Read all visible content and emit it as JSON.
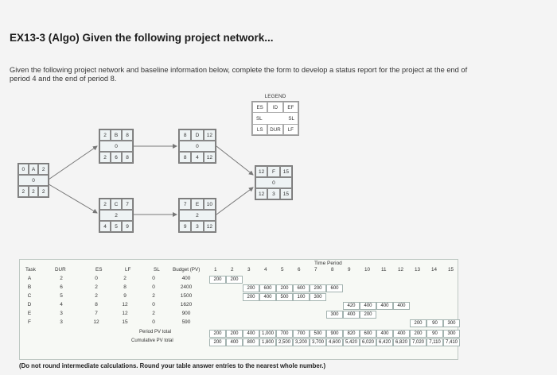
{
  "title": "EX13-3 (Algo) Given the following project network...",
  "intro": "Given the following project network and baseline information below, complete the form to develop a status report for the project at the end of period 4 and the end of period 8.",
  "legend": {
    "title": "LEGEND",
    "es": "ES",
    "id": "ID",
    "ef": "EF",
    "sl_left": "SL",
    "sl_right": "SL",
    "ls": "LS",
    "dur": "DUR",
    "lf": "LF"
  },
  "nodes": [
    {
      "id": "A",
      "es": "0",
      "ef": "2",
      "sl": "0",
      "ls": "2",
      "dur": "2",
      "lf": "2"
    },
    {
      "id": "B",
      "es": "2",
      "ef": "8",
      "sl": "0",
      "ls": "2",
      "dur": "6",
      "lf": "8"
    },
    {
      "id": "C",
      "es": "2",
      "ef": "7",
      "sl": "2",
      "ls": "4",
      "dur": "5",
      "lf": "9"
    },
    {
      "id": "D",
      "es": "8",
      "ef": "12",
      "sl": "0",
      "ls": "8",
      "dur": "4",
      "lf": "12"
    },
    {
      "id": "E",
      "es": "7",
      "ef": "10",
      "sl": "2",
      "ls": "9",
      "dur": "3",
      "lf": "12"
    },
    {
      "id": "F",
      "es": "12",
      "ef": "15",
      "sl": "0",
      "ls": "12",
      "dur": "3",
      "lf": "15"
    }
  ],
  "table": {
    "time_period_label": "Time Period",
    "headers": {
      "task": "Task",
      "dur": "DUR",
      "es": "ES",
      "lf": "LF",
      "sl": "SL",
      "budget": "Budget (PV)"
    },
    "periods": [
      "1",
      "2",
      "3",
      "4",
      "5",
      "6",
      "7",
      "8",
      "9",
      "10",
      "11",
      "12",
      "13",
      "14",
      "15"
    ],
    "rows": [
      {
        "task": "A",
        "dur": "2",
        "es": "0",
        "lf": "2",
        "sl": "0",
        "budget": "400",
        "cells": [
          "200",
          "200"
        ]
      },
      {
        "task": "B",
        "dur": "6",
        "es": "2",
        "lf": "8",
        "sl": "0",
        "budget": "2400",
        "cells": [
          "200",
          "600",
          "200",
          "600",
          "200",
          "600"
        ]
      },
      {
        "task": "C",
        "dur": "5",
        "es": "2",
        "lf": "9",
        "sl": "2",
        "budget": "1500",
        "cells": [
          "200",
          "400",
          "500",
          "100",
          "300"
        ]
      },
      {
        "task": "D",
        "dur": "4",
        "es": "8",
        "lf": "12",
        "sl": "0",
        "budget": "1620",
        "cells": [
          "420",
          "400",
          "400",
          "400"
        ]
      },
      {
        "task": "E",
        "dur": "3",
        "es": "7",
        "lf": "12",
        "sl": "2",
        "budget": "900",
        "cells": [
          "300",
          "400",
          "200"
        ]
      },
      {
        "task": "F",
        "dur": "3",
        "es": "12",
        "lf": "15",
        "sl": "0",
        "budget": "590",
        "cells": [
          "200",
          "90",
          "300"
        ]
      }
    ],
    "period_total_label": "Period PV total",
    "period_totals": [
      "200",
      "200",
      "400",
      "1,000",
      "700",
      "700",
      "500",
      "900",
      "820",
      "600",
      "400",
      "400",
      "200",
      "90",
      "300"
    ],
    "cumulative_label": "Cumulative PV total",
    "cumulative_totals": [
      "200",
      "400",
      "800",
      "1,800",
      "2,500",
      "3,200",
      "3,700",
      "4,600",
      "5,420",
      "6,020",
      "6,420",
      "6,820",
      "7,020",
      "7,110",
      "7,410"
    ]
  },
  "instruction": "(Do not round intermediate calculations. Round your table answer entries to the nearest whole number.)"
}
